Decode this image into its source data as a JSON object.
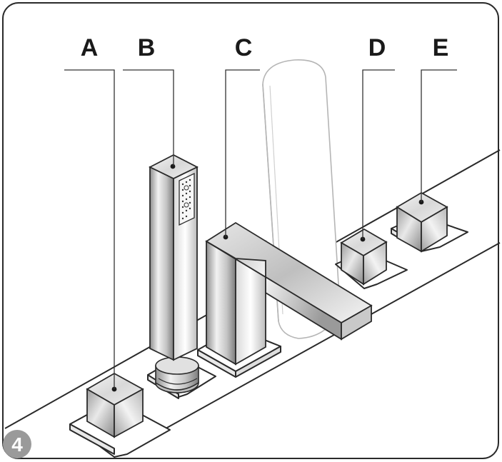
{
  "figure": {
    "step_number": "4",
    "step_badge_color": "#9a9a9a",
    "components": [
      {
        "key": "A",
        "label": "A",
        "part": "cube-handle"
      },
      {
        "key": "B",
        "label": "B",
        "part": "hand-shower"
      },
      {
        "key": "C",
        "label": "C",
        "part": "spout"
      },
      {
        "key": "D",
        "label": "D",
        "part": "cube-handle"
      },
      {
        "key": "E",
        "label": "E",
        "part": "cube-handle"
      }
    ]
  }
}
